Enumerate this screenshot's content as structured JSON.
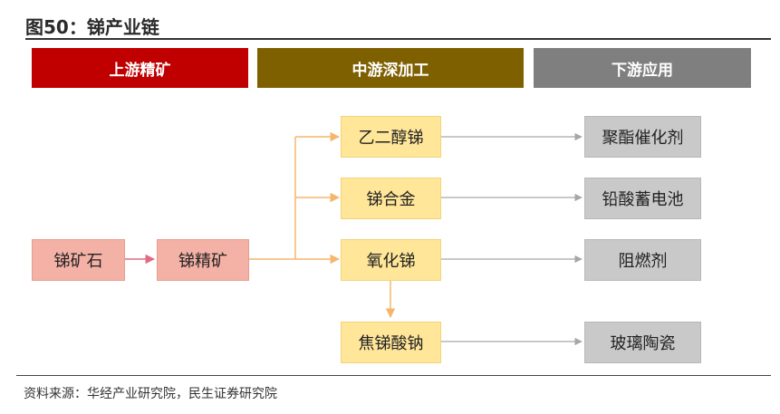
{
  "title": "图50：锑产业链",
  "stages": {
    "upstream": "上游精矿",
    "midstream": "中游深加工",
    "downstream": "下游应用"
  },
  "nodes": {
    "ore": "锑矿石",
    "concentrate": "锑精矿",
    "mid": [
      "乙二醇锑",
      "锑合金",
      "氧化锑",
      "焦锑酸钠"
    ],
    "down": [
      "聚酯催化剂",
      "铅酸蓄电池",
      "阻燃剂",
      "玻璃陶瓷"
    ]
  },
  "colors": {
    "upstream": "#c00000",
    "midstream": "#7f6000",
    "downstream": "#7f7f7f",
    "pink_box": "#f4b1a5",
    "yellow_box": "#ffe699",
    "gray_box": "#c9c9c9",
    "orange_arrow": "#f5b66b",
    "pink_arrow": "#e06a82",
    "gray_arrow": "#a6a6a6"
  },
  "source": "资料来源：华经产业研究院，民生证券研究院"
}
